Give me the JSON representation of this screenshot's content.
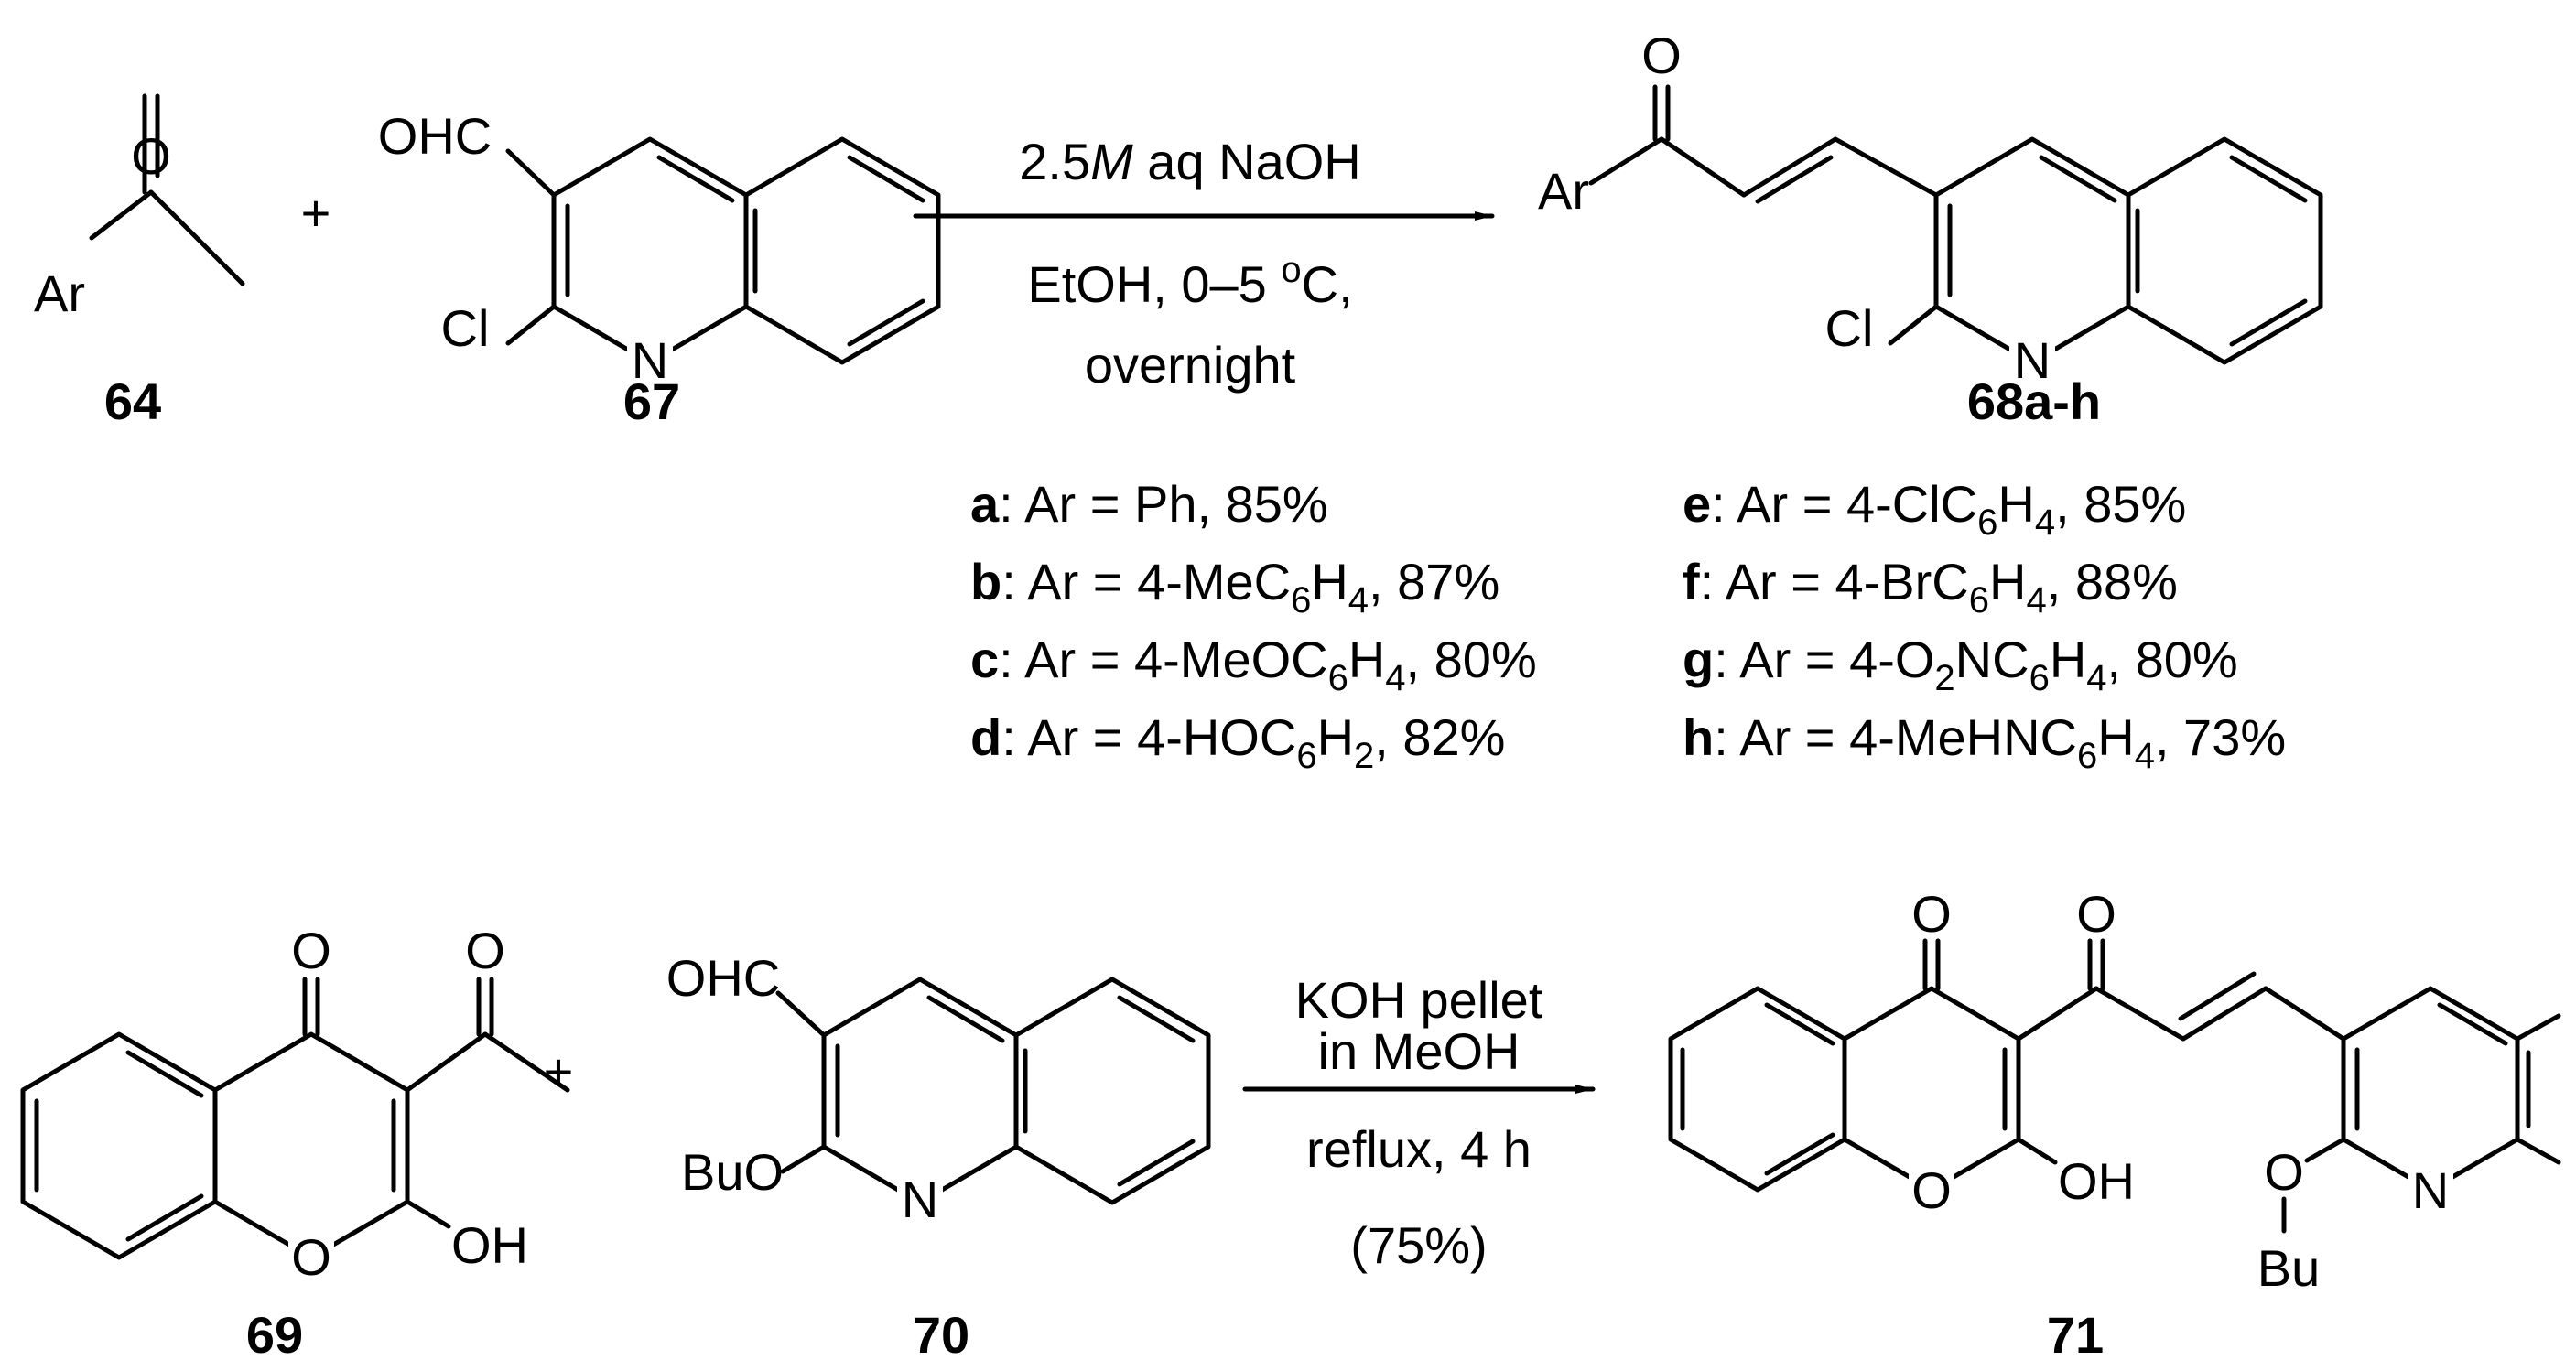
{
  "reaction1": {
    "reactant1": {
      "label": "64",
      "atoms": {
        "o": "O",
        "ar": "Ar"
      }
    },
    "plus": "+",
    "reactant2": {
      "label": "67",
      "atoms": {
        "ohc": "OHC",
        "cl": "Cl",
        "n": "N"
      }
    },
    "conditions": {
      "line1_pre": "2.5",
      "line1_italic": "M",
      "line1_post": " aq NaOH",
      "line2_pre": "EtOH, 0–5 ",
      "line2_sup": "o",
      "line2_post": "C,",
      "line3": "overnight"
    },
    "product": {
      "label": "68a-h",
      "atoms": {
        "o": "O",
        "ar": "Ar",
        "cl": "Cl",
        "n": "N"
      }
    },
    "variants": [
      {
        "key": "a",
        "pre": ": Ar = Ph, 85%",
        "sub1": "",
        "mid": "",
        "sub2": "",
        "post": ""
      },
      {
        "key": "b",
        "pre": ": Ar = 4-MeC",
        "sub1": "6",
        "mid": "H",
        "sub2": "4",
        "post": ", 87%"
      },
      {
        "key": "c",
        "pre": ": Ar = 4-MeOC",
        "sub1": "6",
        "mid": "H",
        "sub2": "4",
        "post": ", 80%"
      },
      {
        "key": "d",
        "pre": ": Ar = 4-HOC",
        "sub1": "6",
        "mid": "H",
        "sub2": "2",
        "post": ", 82%"
      },
      {
        "key": "e",
        "pre": ": Ar = 4-ClC",
        "sub1": "6",
        "mid": "H",
        "sub2": "4",
        "post": ", 85%"
      },
      {
        "key": "f",
        "pre": ": Ar = 4-BrC",
        "sub1": "6",
        "mid": "H",
        "sub2": "4",
        "post": ", 88%"
      },
      {
        "key": "h",
        "pre": ": Ar = 4-MeHNC",
        "sub1": "6",
        "mid": "H",
        "sub2": "4",
        "post": ", 73%"
      }
    ],
    "variant_g": {
      "key": "g",
      "pre": ": Ar = 4-O",
      "sub0": "2",
      "mid0": "NC",
      "sub1": "6",
      "mid": "H",
      "sub2": "4",
      "post": ", 80%"
    }
  },
  "reaction2": {
    "reactant1": {
      "label": "69",
      "atoms": {
        "o_keto": "O",
        "o_acetyl": "O",
        "o_ring": "O",
        "oh": "OH"
      }
    },
    "plus": "+",
    "reactant2": {
      "label": "70",
      "atoms": {
        "ohc": "OHC",
        "buo": "BuO",
        "n": "N"
      }
    },
    "conditions": {
      "line1": "KOH pellet",
      "line2": "in MeOH",
      "line3": "reflux, 4 h",
      "line4": "(75%)"
    },
    "product": {
      "label": "71",
      "atoms": {
        "o_keto": "O",
        "o_enone": "O",
        "o_ring": "O",
        "oh": "OH",
        "o_ether": "O",
        "bu": "Bu",
        "n": "N"
      }
    }
  }
}
